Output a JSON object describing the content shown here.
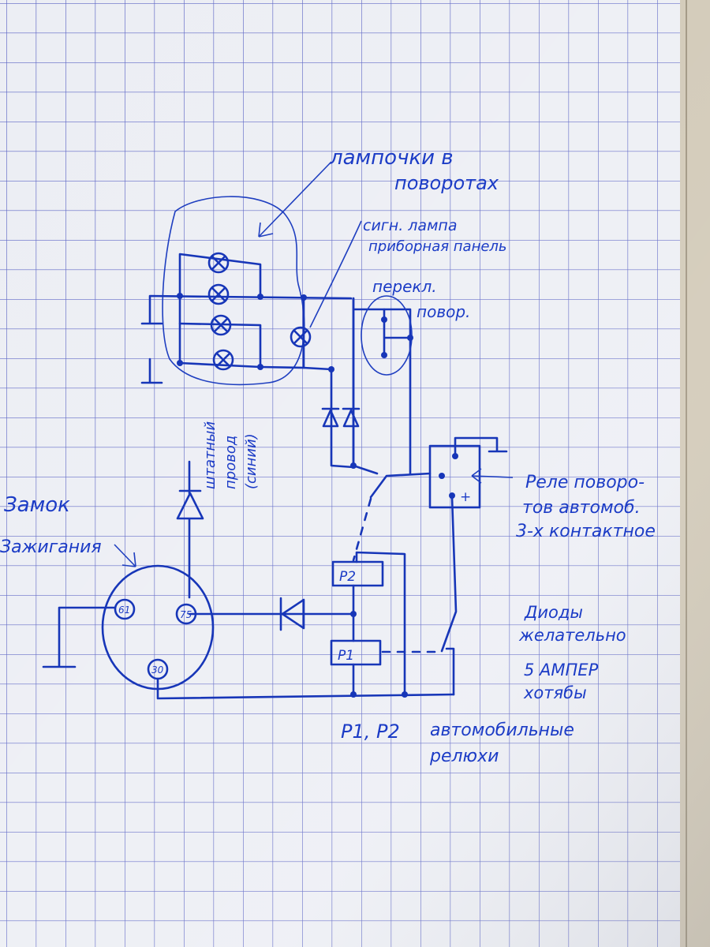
{
  "labels": {
    "turn_lamps_line1": "лампочки в",
    "turn_lamps_line2": "поворотах",
    "signal_lamp_line1": "сигн. лампа",
    "signal_lamp_line2": "приборная панель",
    "switch_line1": "перекл.",
    "switch_line2": "повор.",
    "relay_line1": "Реле поворо-",
    "relay_line2": "тов автомоб.",
    "relay_line3": "3-х контактное",
    "ignition_line1": "Замок",
    "ignition_line2": "Зажигания",
    "wire_line1": "штатный",
    "wire_line2": "провод",
    "wire_line3": "(синий)",
    "diodes_line1": "Диоды",
    "diodes_line2": "желательно",
    "diodes_line3": "5 АМПЕР",
    "diodes_line4": "хотябы",
    "relays_caption_left": "P1, P2",
    "relays_caption_line1": "автомобильные",
    "relays_caption_line2": "релюхи"
  },
  "terminals": {
    "t61": "61",
    "t75": "75",
    "t30": "30"
  },
  "relays": {
    "p1": "P1",
    "p2": "P2"
  },
  "relay_pin_plus": "+",
  "colors": {
    "ink": "#1736b8",
    "paper": "#e9ebf1",
    "grid": "#5a63c4"
  }
}
